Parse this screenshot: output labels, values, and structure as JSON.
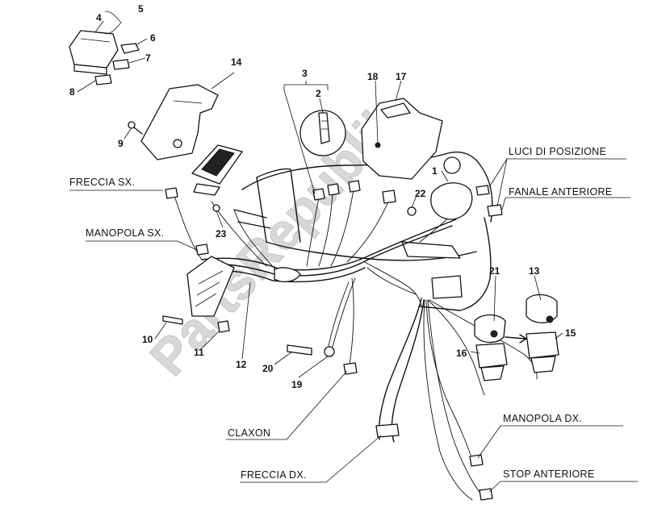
{
  "watermark": "PartsRepublik",
  "labels": {
    "freccia_sx": "FRECCIA SX.",
    "manopola_sx": "MANOPOLA SX.",
    "luci_di_posizione": "LUCI DI POSIZIONE",
    "fanale_anteriore": "FANALE ANTERIORE",
    "claxon": "CLAXON",
    "manopola_dx": "MANOPOLA DX.",
    "freccia_dx": "FRECCIA DX.",
    "stop_anteriore": "STOP ANTERIORE"
  },
  "callouts": [
    "1",
    "2",
    "3",
    "4",
    "5",
    "6",
    "7",
    "8",
    "9",
    "10",
    "11",
    "12",
    "13",
    "14",
    "15",
    "16",
    "17",
    "18",
    "19",
    "20",
    "21",
    "22",
    "23"
  ]
}
